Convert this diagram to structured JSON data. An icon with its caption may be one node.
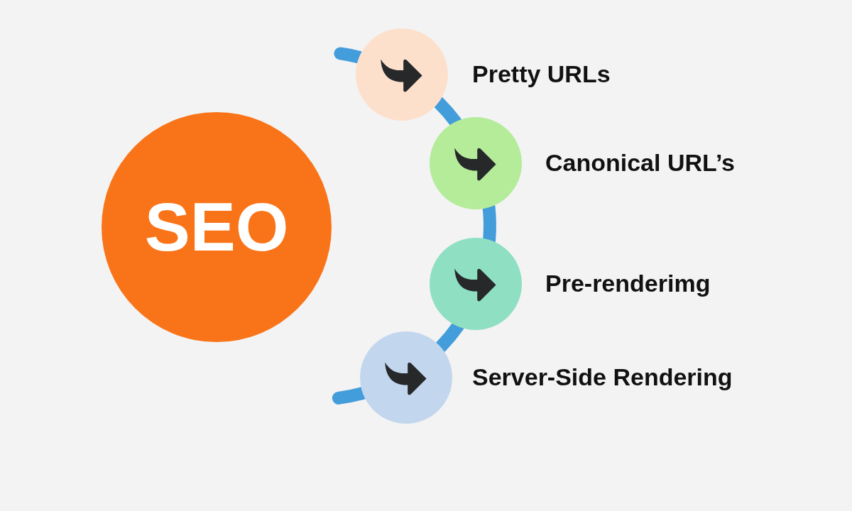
{
  "diagram": {
    "nodes": [
      {
        "text": [
          "SEO"
        ]
      },
      {
        "text": [],
        "shape": "circle",
        "beside": [
          "Pretty URLs"
        ]
      },
      {
        "text": [],
        "shape": "circle",
        "beside": [
          "Canonical URL’s"
        ]
      },
      {
        "text": [],
        "shape": "circle",
        "beside": [
          "Pre-renderimg"
        ]
      },
      {
        "text": [],
        "shape": "circle",
        "beside": [
          "Server-Side Rendering"
        ]
      }
    ],
    "edges": [
      {
        "from": null,
        "to": 1,
        "arrow": "none"
      },
      {
        "from": 1,
        "to": 2,
        "arrow": "none"
      },
      {
        "from": 2,
        "to": 3,
        "arrow": "none"
      },
      {
        "from": 3,
        "to": 4,
        "arrow": "none"
      },
      {
        "from": 4,
        "to": null,
        "arrow": "none"
      }
    ]
  }
}
